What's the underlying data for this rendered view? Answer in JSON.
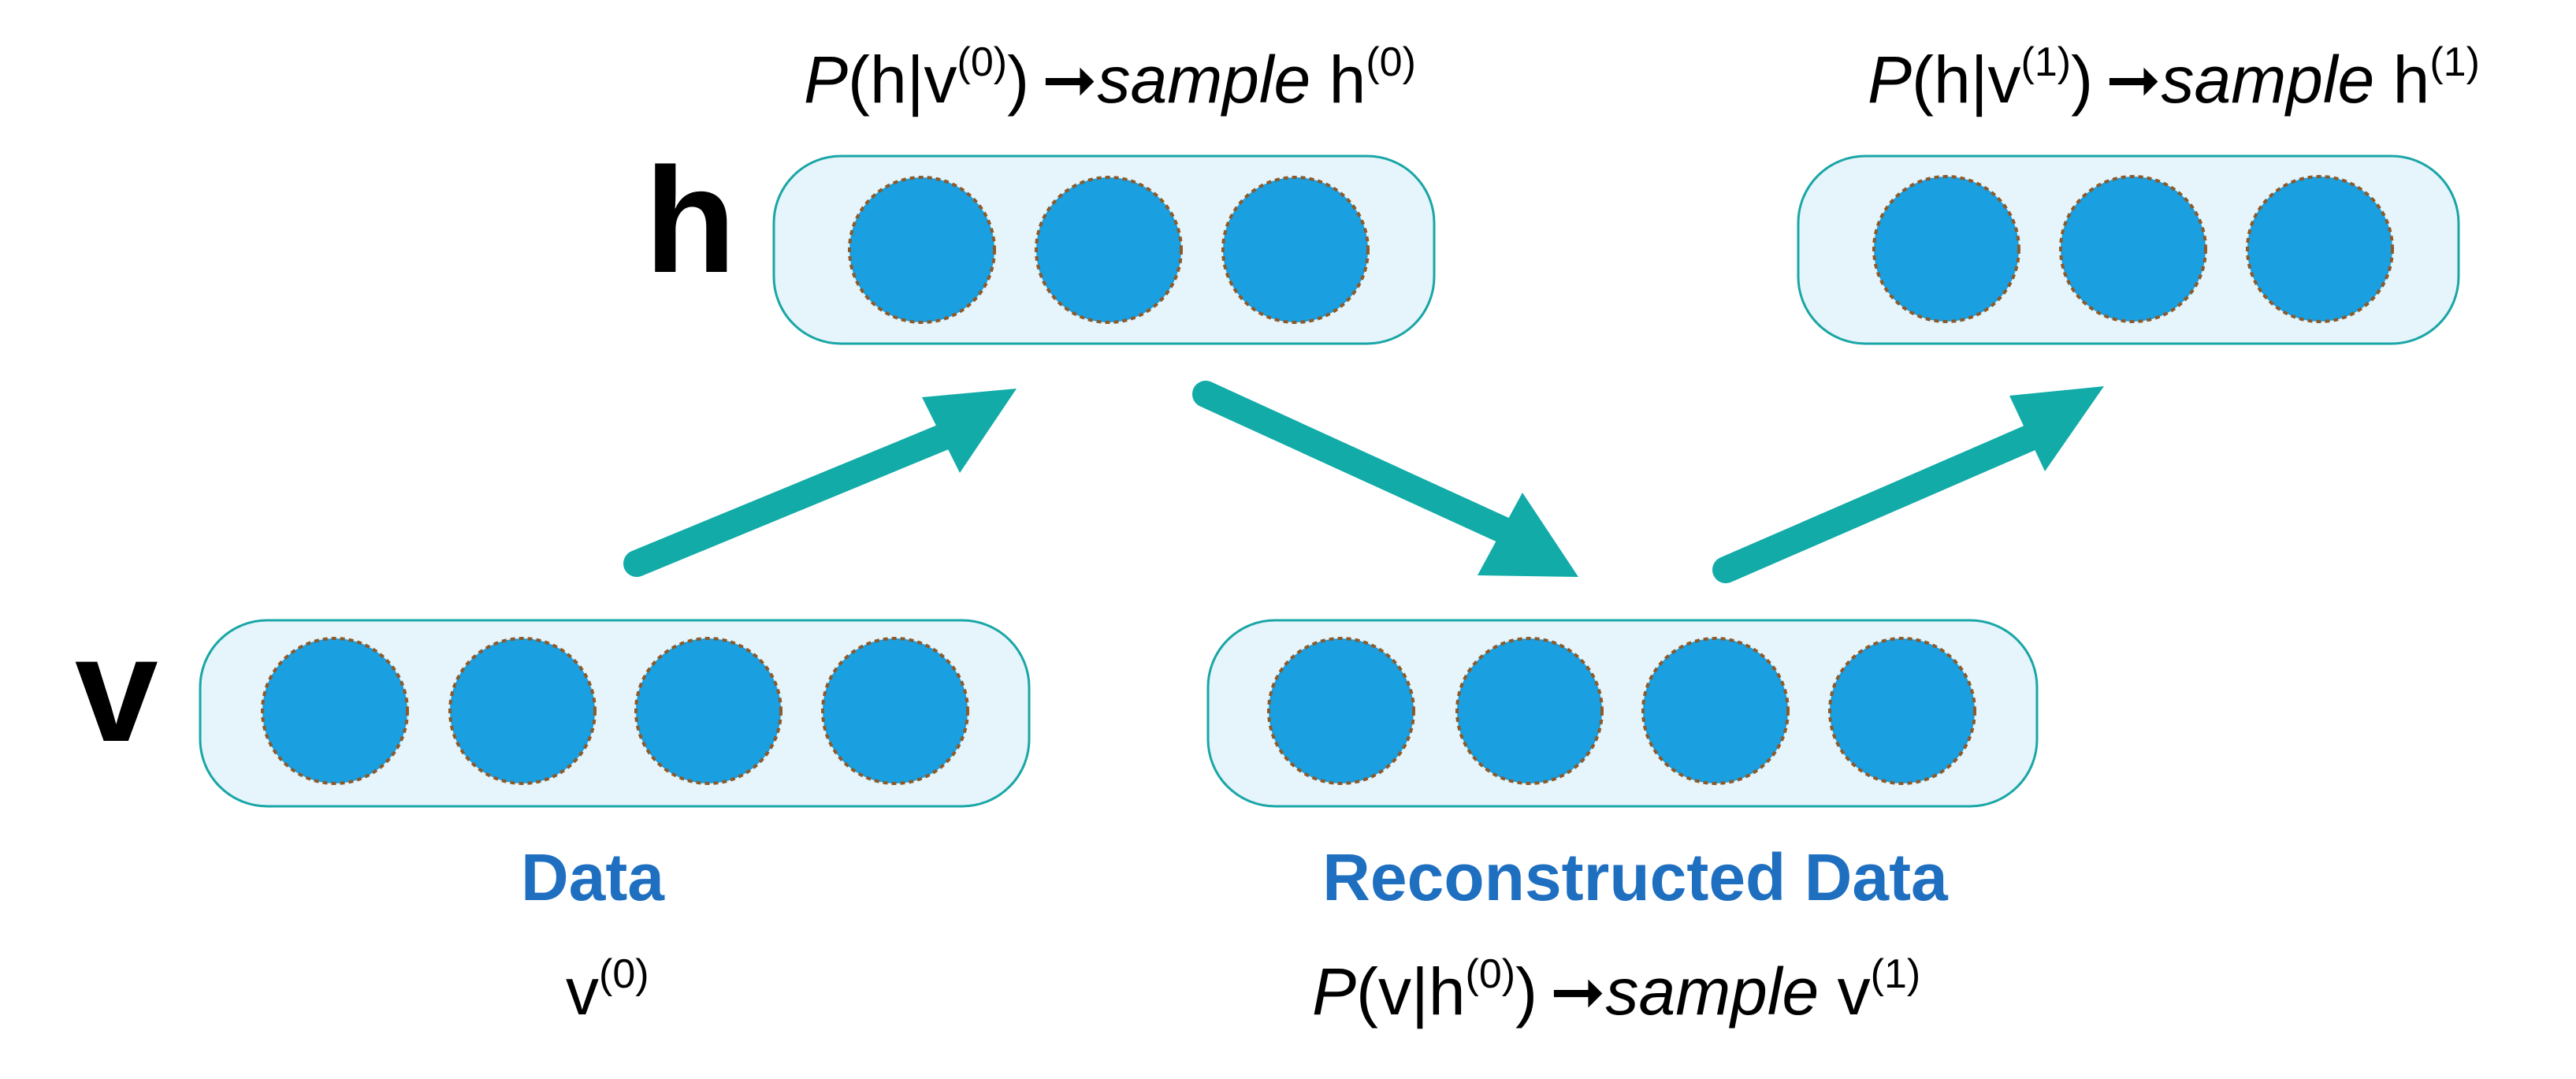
{
  "labels": {
    "hidden_layer": "h",
    "visible_layer": "v"
  },
  "formula_h0": {
    "p": "P",
    "open": "(h|v",
    "sup": "(0)",
    "close": ")",
    "arrow": "➞",
    "sample": "sample",
    "target": " h",
    "target_sup": "(0)"
  },
  "formula_h1": {
    "p": "P",
    "open": "(h|v",
    "sup": "(1)",
    "close": ")",
    "arrow": "➞",
    "sample": "sample",
    "target": " h",
    "target_sup": "(1)"
  },
  "formula_v1": {
    "p": "P",
    "open": "(v|h",
    "sup": "(0)",
    "close": ")",
    "arrow": "➞",
    "sample": "sample",
    "target": " v",
    "target_sup": "(1)"
  },
  "captions": {
    "data": "Data",
    "reconstructed": "Reconstructed Data"
  },
  "data_var": {
    "base": "v",
    "sup": "(0)"
  },
  "colors": {
    "layer_fill": "#e6f4fb",
    "layer_border": "#1aa6a6",
    "unit_fill": "#1a9fe0",
    "unit_border": "#8b5a2b",
    "arrow": "#12aba8",
    "caption": "#1f6fc0"
  }
}
